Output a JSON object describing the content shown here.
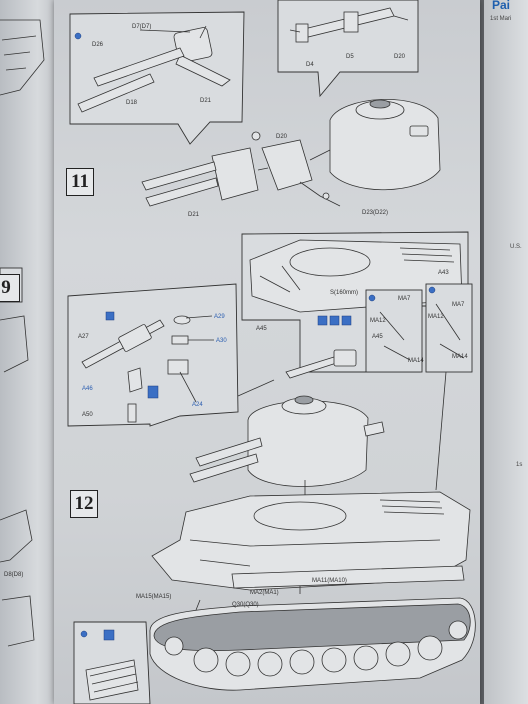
{
  "right_page": {
    "title": "Pai",
    "subtitle": "1st Mari",
    "side_text_1": "U.S.",
    "side_text_2": "1s"
  },
  "left_page": {
    "step_number": "9",
    "label": "D8(D8)"
  },
  "steps": [
    {
      "number": "11",
      "part_labels": [
        "D7(D7)",
        "D26",
        "D18",
        "D21",
        "D4",
        "D5",
        "D20",
        "D20",
        "D23(D22)",
        "D21"
      ]
    },
    {
      "number": "12",
      "part_labels": [
        "S(160mm)",
        "A45",
        "MA7",
        "MA12",
        "A45",
        "MA14",
        "A43",
        "MA7",
        "MA12",
        "MA14",
        "A29",
        "A30",
        "A27",
        "A46",
        "A24",
        "A50",
        "MA15(MA15)",
        "MA2(MA1)",
        "MA11(MA10)",
        "Q30(Q30)"
      ]
    }
  ],
  "colors": {
    "ink": "#222222",
    "accent_blue": "#2a5db0",
    "paper": "#d2d5d8"
  }
}
